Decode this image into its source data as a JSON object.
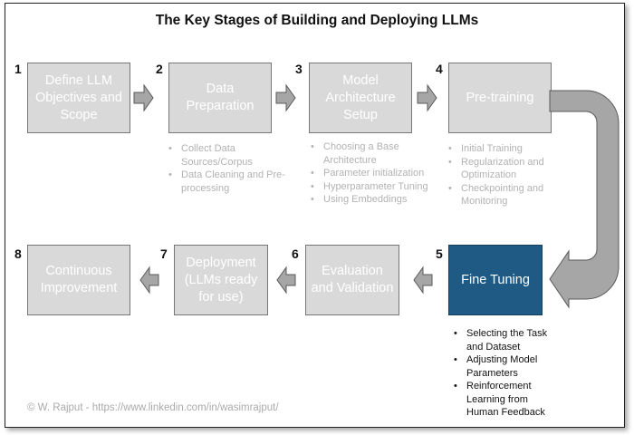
{
  "title": "The Key Stages of Building and Deploying LLMs",
  "stages": [
    {
      "number": "1",
      "label": "Define LLM Objectives and Scope",
      "bullets": []
    },
    {
      "number": "2",
      "label": "Data Preparation",
      "bullets": [
        "Collect Data Sources/Corpus",
        "Data Cleaning and Pre-processing"
      ]
    },
    {
      "number": "3",
      "label": "Model Architecture Setup",
      "bullets": [
        "Choosing a Base Architecture",
        "Parameter initialization",
        "Hyperparameter Tuning",
        "Using Embeddings"
      ]
    },
    {
      "number": "4",
      "label": "Pre-training",
      "bullets": [
        "Initial Training",
        "Regularization and Optimization",
        "Checkpointing and Monitoring"
      ]
    },
    {
      "number": "5",
      "label": "Fine Tuning",
      "bullets": [
        "Selecting the Task and Dataset",
        "Adjusting Model Parameters",
        "Reinforcement Learning from Human Feedback"
      ]
    },
    {
      "number": "6",
      "label": "Evaluation and Validation",
      "bullets": []
    },
    {
      "number": "7",
      "label": "Deployment (LLMs ready for use)",
      "bullets": []
    },
    {
      "number": "8",
      "label": "Continuous Improvement",
      "bullets": []
    }
  ],
  "credit": "© W. Rajput  - https://www.linkedin.com/in/wasimrajput/",
  "colors": {
    "box": "#d9d9d9",
    "box_active": "#1f5a84",
    "arrow": "#a6a6a6"
  }
}
